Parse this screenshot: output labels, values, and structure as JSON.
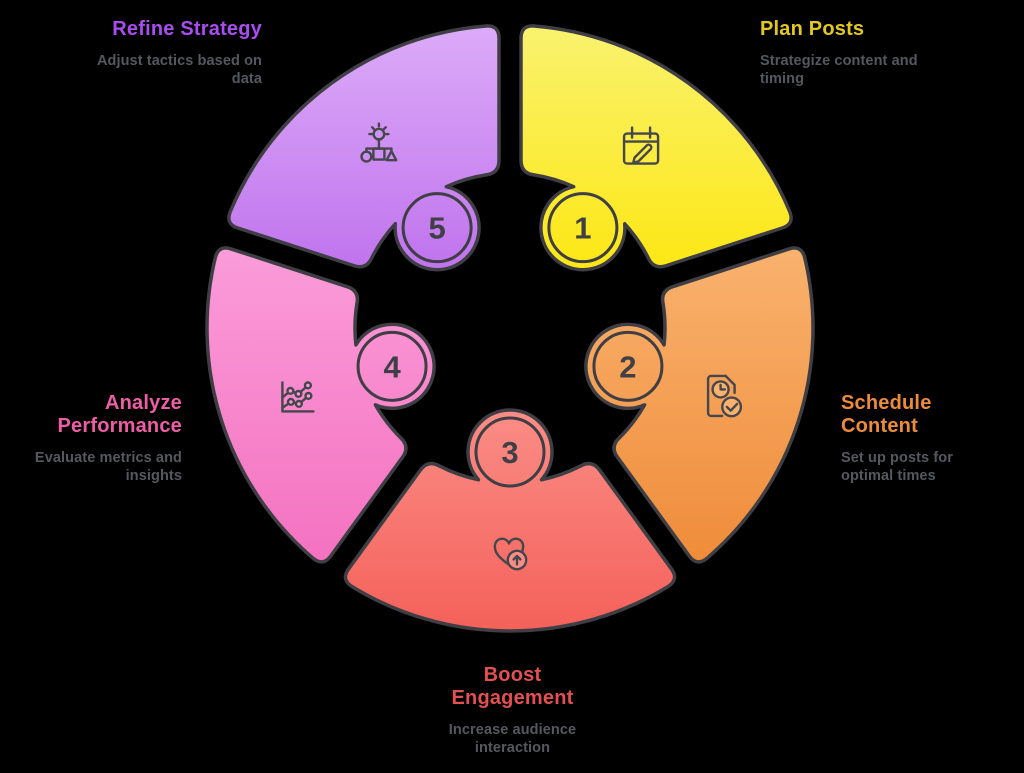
{
  "background_color": "#000000",
  "outline_color": "#3e3e44",
  "icon_stroke_color": "#46464d",
  "number_color": "#3f3f46",
  "subtitle_color": "#55585e",
  "segments": [
    {
      "number": "1",
      "slug": "plan-posts",
      "title": "Plan Posts",
      "subtitle": "Strategize content and timing",
      "icon": "calendar-pencil-icon",
      "title_color": "#e2c81f",
      "color_light": "#f9f26f",
      "color_deep": "#fde714"
    },
    {
      "number": "2",
      "slug": "schedule-content",
      "title": "Schedule Content",
      "subtitle": "Set up posts for optimal times",
      "icon": "document-clock-check-icon",
      "title_color": "#ee8b3a",
      "color_light": "#f9b26e",
      "color_deep": "#ef8c3a"
    },
    {
      "number": "3",
      "slug": "boost-engagement",
      "title": "Boost Engagement",
      "subtitle": "Increase audience interaction",
      "icon": "heart-upload-icon",
      "title_color": "#e2504f",
      "color_light": "#fa8d86",
      "color_deep": "#f4615a"
    },
    {
      "number": "4",
      "slug": "analyze-performance",
      "title": "Analyze Performance",
      "subtitle": "Evaluate metrics and insights",
      "icon": "chart-lines-icon",
      "title_color": "#ee5da6",
      "color_light": "#fb9cd9",
      "color_deep": "#f472c0"
    },
    {
      "number": "5",
      "slug": "refine-strategy",
      "title": "Refine Strategy",
      "subtitle": "Adjust tactics based on data",
      "icon": "bulb-flowchart-icon",
      "title_color": "#a94cf0",
      "color_light": "#dcabf8",
      "color_deep": "#c073ed"
    }
  ]
}
